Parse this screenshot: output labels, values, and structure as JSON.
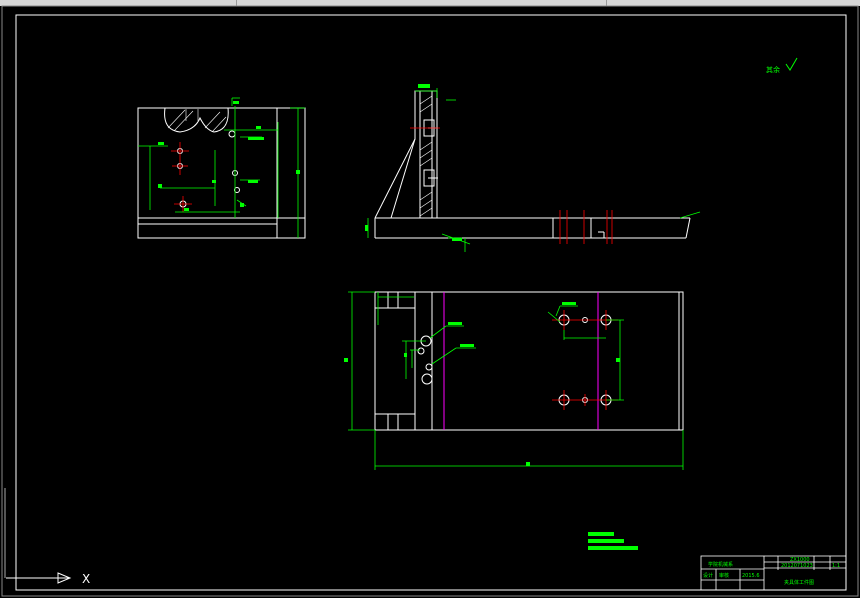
{
  "colors": {
    "background": "#000000",
    "line": "#ffffff",
    "dimension": "#00ff00",
    "hole_center": "#ff0000",
    "construction": "#ff00ff",
    "hatch": "#ffffff"
  },
  "annotations": {
    "roughness_note": "其余",
    "x_axis_label": "X"
  },
  "title_block": {
    "school": "学院机械系",
    "code": "ZX1000",
    "student_id": "2012071023",
    "designer": "设计",
    "approver": "审核",
    "date": "2015.6",
    "scale": "1:1",
    "drawing_title": "夹具体工件图"
  },
  "icons": {
    "ucs": "ucs-arrow-icon",
    "roughness": "roughness-check-icon"
  }
}
